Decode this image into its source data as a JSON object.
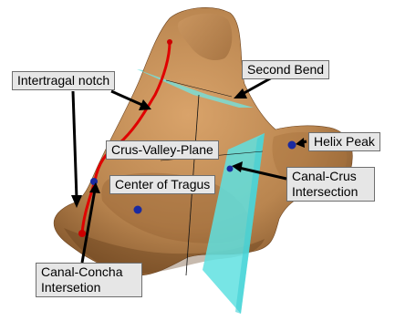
{
  "labels": {
    "intertragal_notch": "Intertragal notch",
    "second_bend": "Second Bend",
    "crus_valley_plane": "Crus-Valley-Plane",
    "helix_peak": "Helix Peak",
    "canal_crus_line1": "Canal-Crus",
    "canal_crus_line2": "Intersection",
    "center_of_tragus": "Center of Tragus",
    "canal_concha_line1": "Canal-Concha",
    "canal_concha_line2": "Intersetion"
  },
  "colors": {
    "ear_skin": "#c08a55",
    "ear_shadow": "#8a5a30",
    "plane": "#5fe0e0",
    "curve": "#e00000",
    "landmark": "#1a2aa0",
    "label_bg": "#e6e6e6"
  }
}
